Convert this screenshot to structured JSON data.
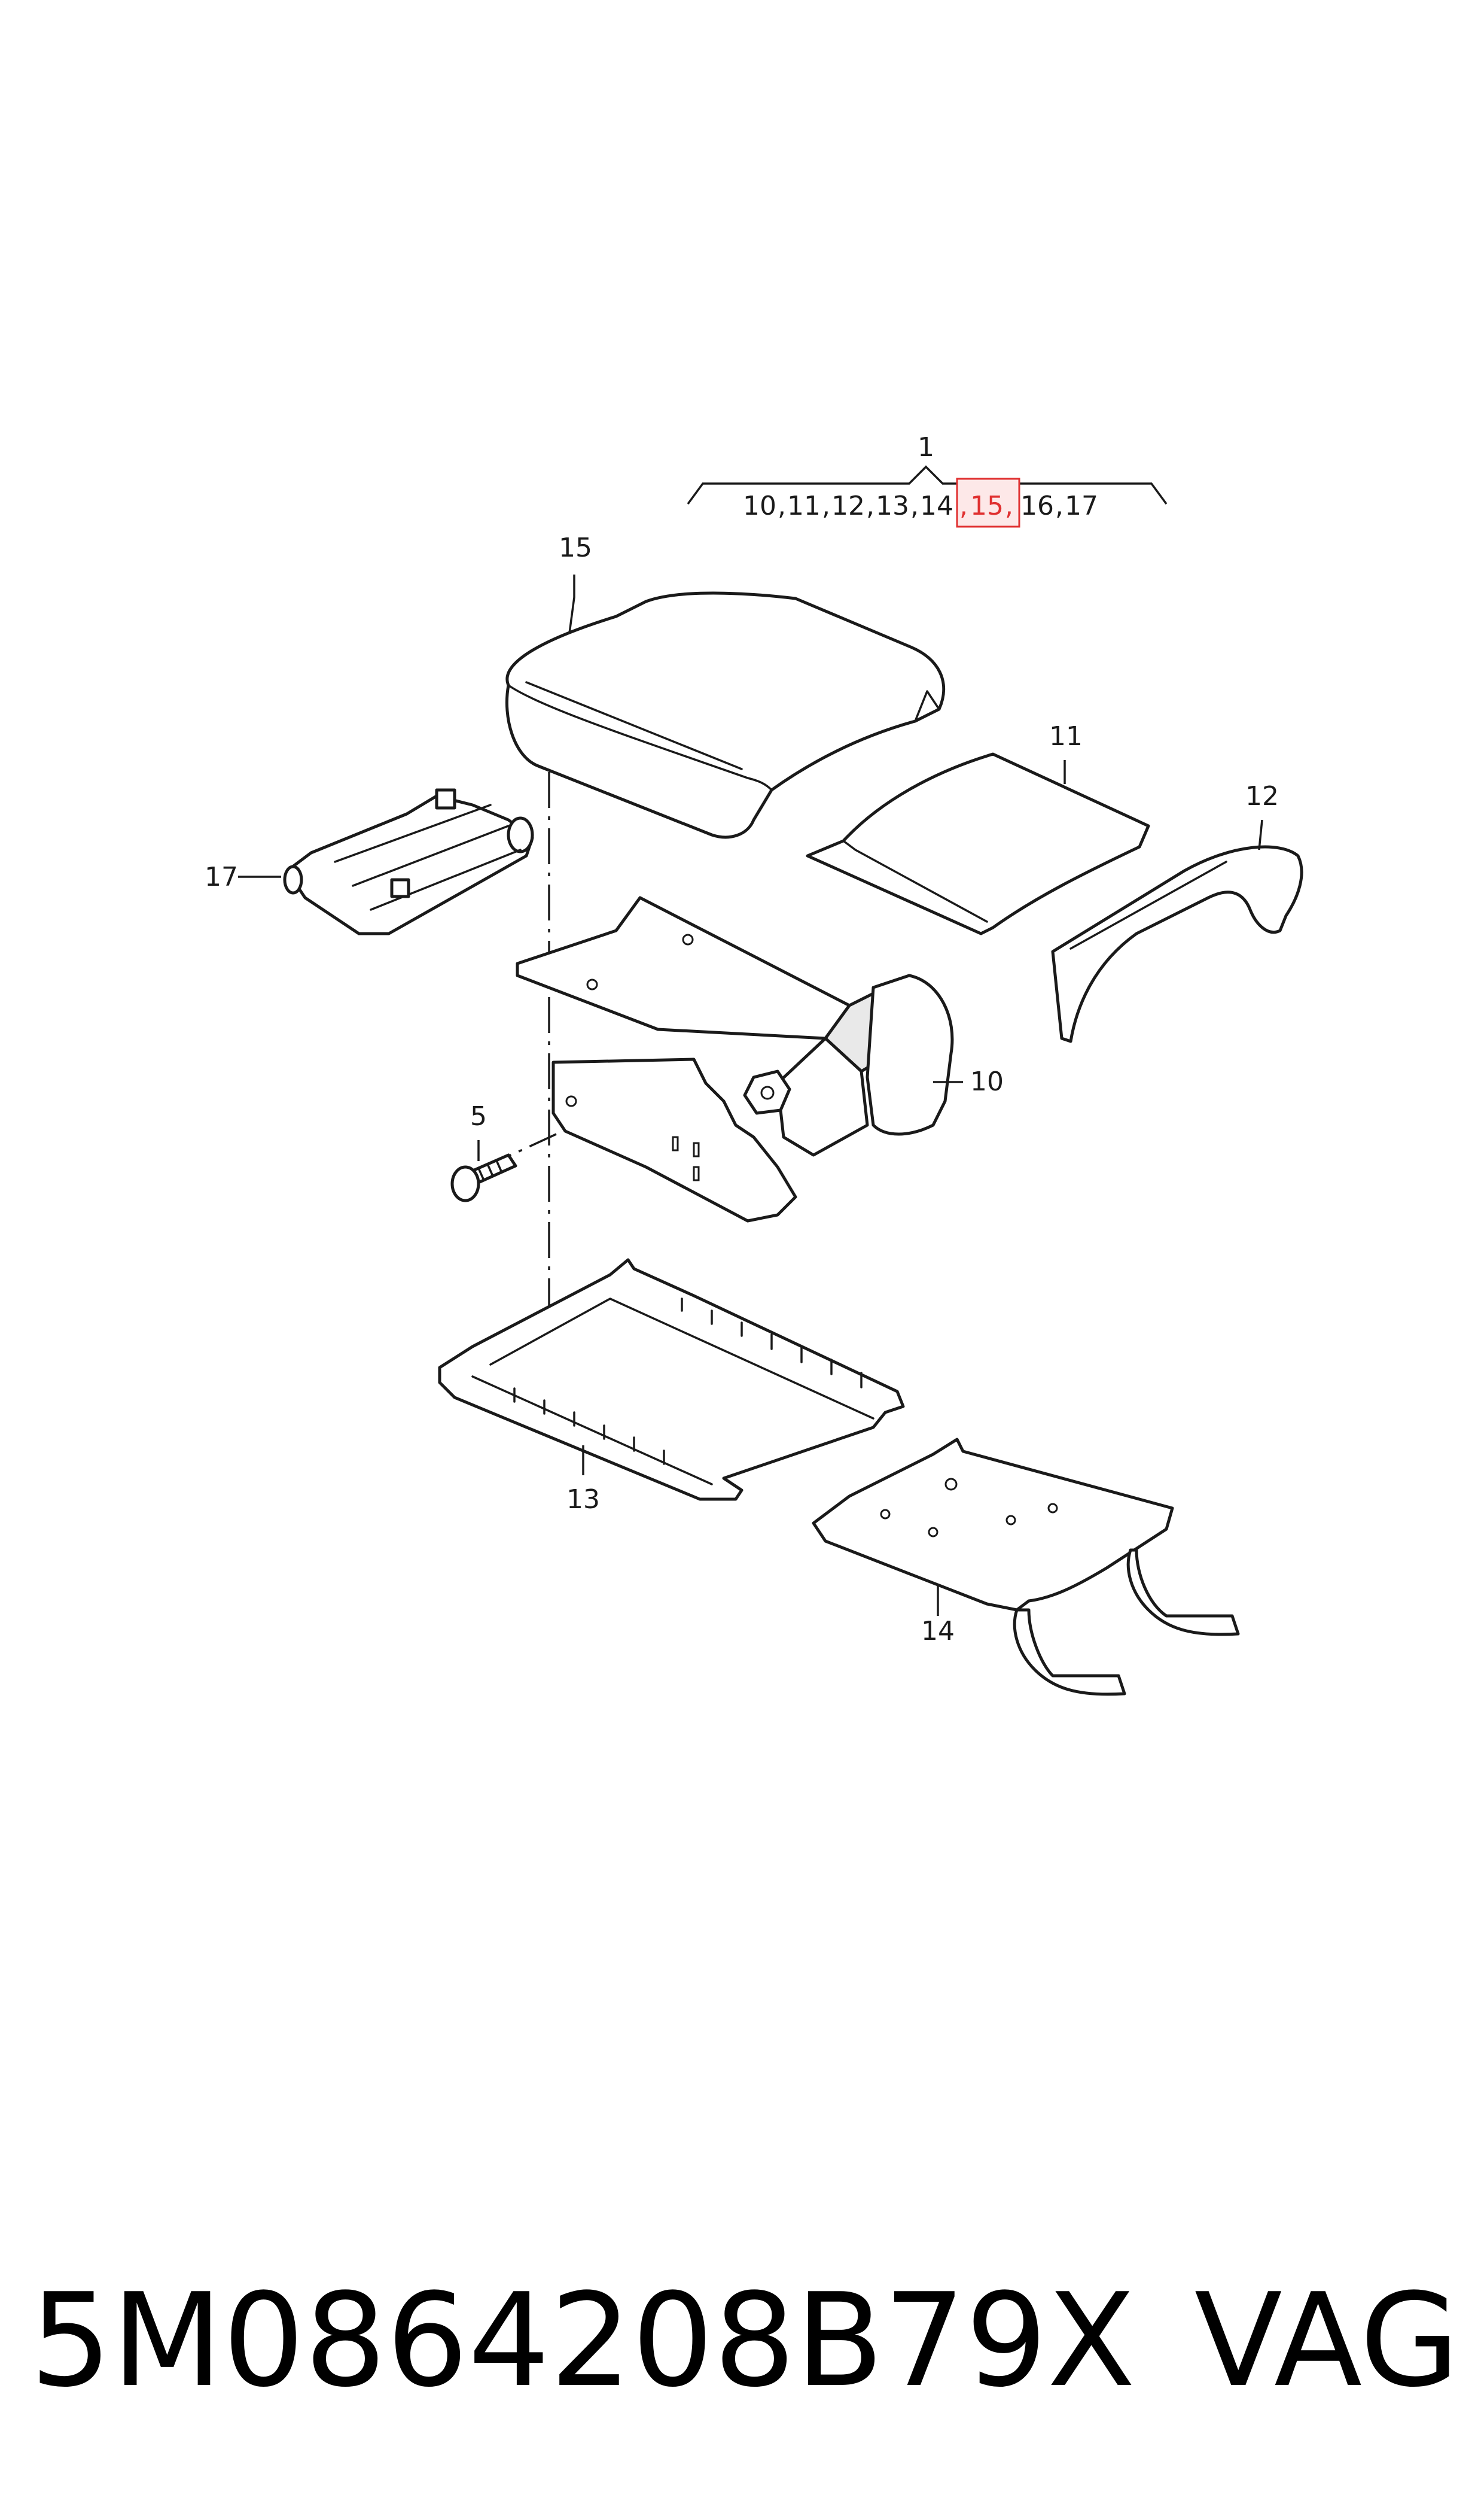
{
  "group_callout": {
    "main": "1",
    "items": [
      "10",
      "11",
      "12",
      "13",
      "14",
      "15",
      "16",
      "17"
    ],
    "highlighted": "15",
    "highlight_color": "#e03030"
  },
  "callouts": {
    "armrest_lid": "15",
    "lid_cover": "11",
    "side_trim": "12",
    "hinge": "17",
    "frame": "10",
    "screw": "5",
    "base_plate": "13",
    "mounting_bracket": "14"
  },
  "footer": {
    "part_number": "5M0864208B79X",
    "brand": "VAG"
  }
}
